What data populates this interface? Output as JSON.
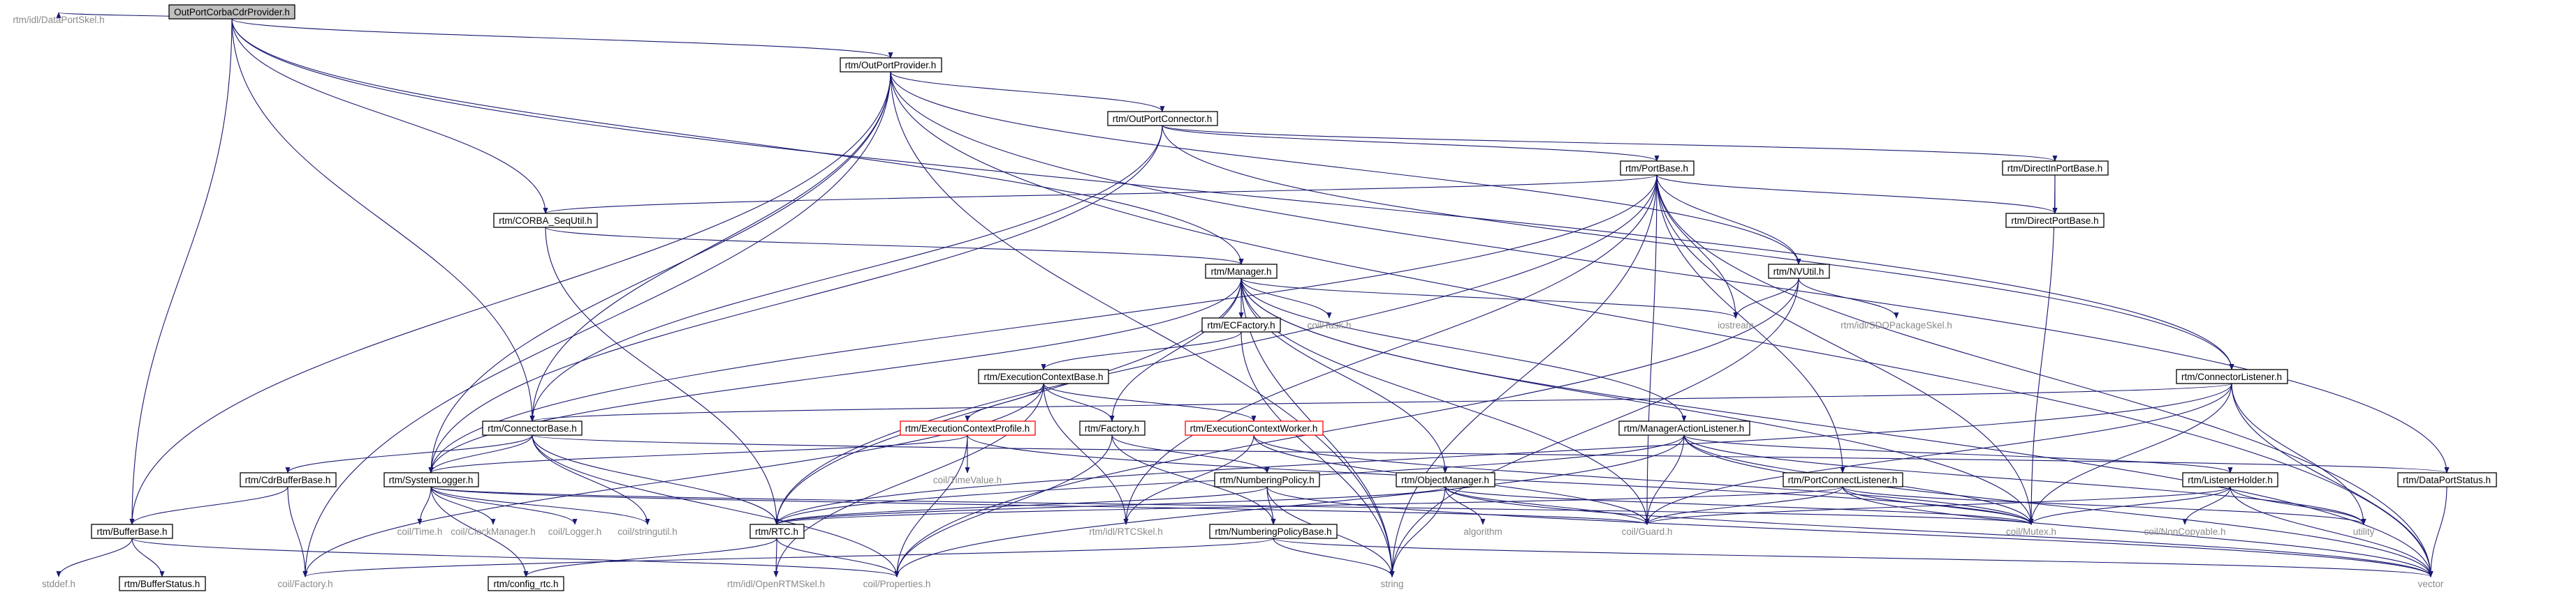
{
  "diagram": {
    "root": "OutPortCorbaCdrProvider.h",
    "nodes": {
      "root": "OutPortCorbaCdrProvider.h",
      "dataportskel": "rtm/idl/DataPortSkel.h",
      "outportprovider": "rtm/OutPortProvider.h",
      "outportconnector": "rtm/OutPortConnector.h",
      "directinportbase": "rtm/DirectInPortBase.h",
      "directportbase": "rtm/DirectPortBase.h",
      "portbase": "rtm/PortBase.h",
      "corba_sequtil": "rtm/CORBA_SeqUtil.h",
      "nvutil": "rtm/NVUtil.h",
      "sdopackageskel": "rtm/idl/SDOPackageSkel.h",
      "manager": "rtm/Manager.h",
      "ecfactory": "rtm/ECFactory.h",
      "task": "coil/Task.h",
      "iostream": "iostream",
      "executioncontextbase": "rtm/ExecutionContextBase.h",
      "connectorlistener": "rtm/ConnectorListener.h",
      "connectorbase": "rtm/ConnectorBase.h",
      "executioncontextprofile": "rtm/ExecutionContextProfile.h",
      "factory_rtm": "rtm/Factory.h",
      "executioncontextworker": "rtm/ExecutionContextWorker.h",
      "manageractionlistener": "rtm/ManagerActionListener.h",
      "cdrbufferbase": "rtm/CdrBufferBase.h",
      "systemlogger": "rtm/SystemLogger.h",
      "timevalue": "coil/TimeValue.h",
      "numberingpolicy": "rtm/NumberingPolicy.h",
      "objectmanager": "rtm/ObjectManager.h",
      "portconnectlistener": "rtm/PortConnectListener.h",
      "listenerholder": "rtm/ListenerHolder.h",
      "dataportstatus": "rtm/DataPortStatus.h",
      "bufferbase": "rtm/BufferBase.h",
      "time": "coil/Time.h",
      "clockmanager": "coil/ClockManager.h",
      "logger": "coil/Logger.h",
      "stringutil": "coil/stringutil.h",
      "rtc": "rtm/RTC.h",
      "rtcskel": "rtm/idl/RTCSkel.h",
      "numberingpolicybase": "rtm/NumberingPolicyBase.h",
      "algorithm": "algorithm",
      "guard": "coil/Guard.h",
      "mutex": "coil/Mutex.h",
      "noncopyable": "coil/NonCopyable.h",
      "utility": "utility",
      "stddef": "stddef.h",
      "bufferstatus": "rtm/BufferStatus.h",
      "factory_coil": "coil/Factory.h",
      "config_rtc": "rtm/config_rtc.h",
      "openrtmskel": "rtm/idl/OpenRTMSkel.h",
      "properties": "coil/Properties.h",
      "string": "string",
      "vector": "vector"
    },
    "edges": [
      [
        "root",
        "dataportskel"
      ],
      [
        "root",
        "outportprovider"
      ],
      [
        "root",
        "corba_sequtil"
      ],
      [
        "root",
        "manager"
      ],
      [
        "root",
        "connectorbase"
      ],
      [
        "root",
        "bufferbase"
      ],
      [
        "root",
        "connectorlistener"
      ],
      [
        "outportprovider",
        "outportconnector"
      ],
      [
        "outportprovider",
        "factory_coil"
      ],
      [
        "outportprovider",
        "systemlogger"
      ],
      [
        "outportprovider",
        "bufferbase"
      ],
      [
        "outportprovider",
        "connectorbase"
      ],
      [
        "outportprovider",
        "nvutil"
      ],
      [
        "outportprovider",
        "dataportstatus"
      ],
      [
        "outportprovider",
        "string"
      ],
      [
        "outportprovider",
        "vector"
      ],
      [
        "outportconnector",
        "portbase"
      ],
      [
        "outportconnector",
        "directinportbase"
      ],
      [
        "outportconnector",
        "connectorlistener"
      ],
      [
        "outportconnector",
        "systemlogger"
      ],
      [
        "outportconnector",
        "connectorbase"
      ],
      [
        "directinportbase",
        "directportbase"
      ],
      [
        "directinportbase",
        "mutex"
      ],
      [
        "portbase",
        "corba_sequtil"
      ],
      [
        "portbase",
        "nvutil"
      ],
      [
        "portbase",
        "directportbase"
      ],
      [
        "portbase",
        "portconnectlistener"
      ],
      [
        "portbase",
        "rtc"
      ],
      [
        "portbase",
        "systemlogger"
      ],
      [
        "portbase",
        "guard"
      ],
      [
        "portbase",
        "mutex"
      ],
      [
        "portbase",
        "iostream"
      ],
      [
        "portbase",
        "string"
      ],
      [
        "portbase",
        "vector"
      ],
      [
        "portbase",
        "rtcskel"
      ],
      [
        "corba_sequtil",
        "manager"
      ],
      [
        "corba_sequtil",
        "rtc"
      ],
      [
        "nvutil",
        "sdopackageskel"
      ],
      [
        "nvutil",
        "iostream"
      ],
      [
        "nvutil",
        "string"
      ],
      [
        "nvutil",
        "properties"
      ],
      [
        "manager",
        "ecfactory"
      ],
      [
        "manager",
        "task"
      ],
      [
        "manager",
        "iostream"
      ],
      [
        "manager",
        "factory_rtm"
      ],
      [
        "manager",
        "manageractionlistener"
      ],
      [
        "manager",
        "objectmanager"
      ],
      [
        "manager",
        "systemlogger"
      ],
      [
        "manager",
        "rtc"
      ],
      [
        "manager",
        "guard"
      ],
      [
        "manager",
        "mutex"
      ],
      [
        "manager",
        "string"
      ],
      [
        "manager",
        "vector"
      ],
      [
        "ecfactory",
        "executioncontextbase"
      ],
      [
        "ecfactory",
        "string"
      ],
      [
        "executioncontextbase",
        "executioncontextprofile"
      ],
      [
        "executioncontextbase",
        "factory_rtm"
      ],
      [
        "executioncontextbase",
        "executioncontextworker"
      ],
      [
        "executioncontextbase",
        "rtcskel"
      ],
      [
        "executioncontextbase",
        "openrtmskel"
      ],
      [
        "executioncontextbase",
        "factory_coil"
      ],
      [
        "executioncontextprofile",
        "timevalue"
      ],
      [
        "executioncontextprofile",
        "systemlogger"
      ],
      [
        "executioncontextprofile",
        "properties"
      ],
      [
        "executioncontextprofile",
        "mutex"
      ],
      [
        "executioncontextworker",
        "rtcskel"
      ],
      [
        "executioncontextworker",
        "guard"
      ],
      [
        "executioncontextworker",
        "mutex"
      ],
      [
        "factory_rtm",
        "numberingpolicy"
      ],
      [
        "factory_rtm",
        "numberingpolicybase"
      ],
      [
        "factory_rtm",
        "properties"
      ],
      [
        "numberingpolicy",
        "numberingpolicybase"
      ],
      [
        "numberingpolicy",
        "string"
      ],
      [
        "numberingpolicy",
        "vector"
      ],
      [
        "numberingpolicy",
        "rtc"
      ],
      [
        "numberingpolicybase",
        "string"
      ],
      [
        "numberingpolicybase",
        "vector"
      ],
      [
        "numberingpolicybase",
        "factory_coil"
      ],
      [
        "objectmanager",
        "algorithm"
      ],
      [
        "objectmanager",
        "guard"
      ],
      [
        "objectmanager",
        "mutex"
      ],
      [
        "objectmanager",
        "string"
      ],
      [
        "objectmanager",
        "vector"
      ],
      [
        "objectmanager",
        "rtc"
      ],
      [
        "manageractionlistener",
        "listenerholder"
      ],
      [
        "manageractionlistener",
        "guard"
      ],
      [
        "manageractionlistener",
        "mutex"
      ],
      [
        "manageractionlistener",
        "utility"
      ],
      [
        "manageractionlistener",
        "vector"
      ],
      [
        "manageractionlistener",
        "properties"
      ],
      [
        "manageractionlistener",
        "rtc"
      ],
      [
        "connectorlistener",
        "connectorbase"
      ],
      [
        "connectorlistener",
        "guard"
      ],
      [
        "connectorlistener",
        "mutex"
      ],
      [
        "connectorlistener",
        "utility"
      ],
      [
        "connectorlistener",
        "vector"
      ],
      [
        "connectorlistener",
        "rtc"
      ],
      [
        "connectorbase",
        "cdrbufferbase"
      ],
      [
        "connectorbase",
        "systemlogger"
      ],
      [
        "connectorbase",
        "rtc"
      ],
      [
        "connectorbase",
        "dataportstatus"
      ],
      [
        "connectorbase",
        "stringutil"
      ],
      [
        "connectorbase",
        "properties"
      ],
      [
        "cdrbufferbase",
        "bufferbase"
      ],
      [
        "cdrbufferbase",
        "factory_coil"
      ],
      [
        "systemlogger",
        "time"
      ],
      [
        "systemlogger",
        "clockmanager"
      ],
      [
        "systemlogger",
        "logger"
      ],
      [
        "systemlogger",
        "stringutil"
      ],
      [
        "systemlogger",
        "config_rtc"
      ],
      [
        "systemlogger",
        "guard"
      ],
      [
        "systemlogger",
        "mutex"
      ],
      [
        "portconnectlistener",
        "guard"
      ],
      [
        "portconnectlistener",
        "mutex"
      ],
      [
        "portconnectlistener",
        "utility"
      ],
      [
        "portconnectlistener",
        "vector"
      ],
      [
        "portconnectlistener",
        "rtc"
      ],
      [
        "listenerholder",
        "noncopyable"
      ],
      [
        "listenerholder",
        "guard"
      ],
      [
        "listenerholder",
        "mutex"
      ],
      [
        "listenerholder",
        "utility"
      ],
      [
        "listenerholder",
        "vector"
      ],
      [
        "dataportstatus",
        "vector"
      ],
      [
        "bufferbase",
        "stddef"
      ],
      [
        "bufferbase",
        "bufferstatus"
      ],
      [
        "bufferbase",
        "properties"
      ],
      [
        "rtc",
        "config_rtc"
      ],
      [
        "rtc",
        "openrtmskel"
      ],
      [
        "rtc",
        "properties"
      ]
    ]
  }
}
